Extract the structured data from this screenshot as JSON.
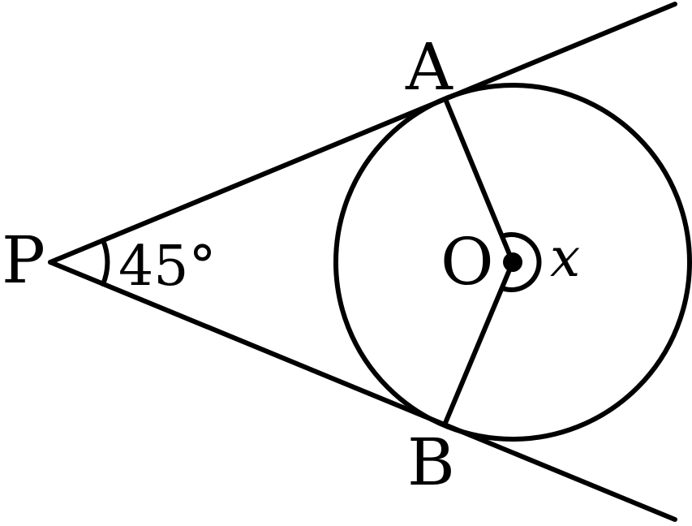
{
  "points": {
    "P": "P",
    "A": "A",
    "B": "B",
    "O": "O"
  },
  "angles": {
    "apex": "45°",
    "center": "x"
  },
  "colors": {
    "ink": "#000000",
    "background": "#ffffff"
  }
}
